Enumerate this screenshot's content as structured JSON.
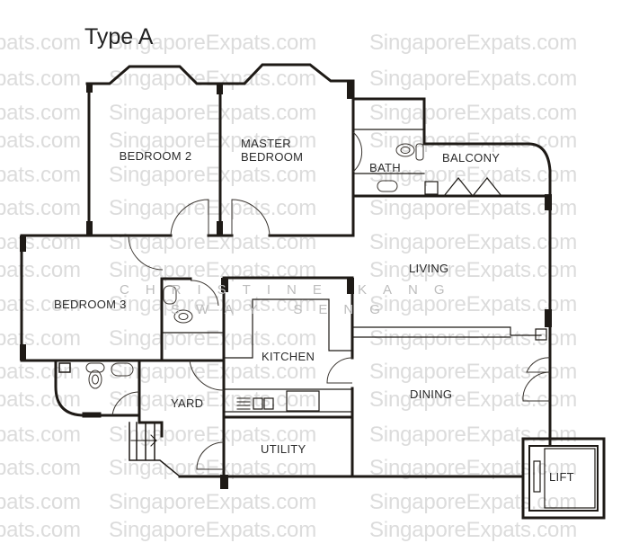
{
  "plan": {
    "title": "Type A",
    "rooms": {
      "bedroom2": "BEDROOM 2",
      "master_line1": "MASTER",
      "master_line2": "BEDROOM",
      "bath": "BATH",
      "balcony": "BALCONY",
      "living": "LIVING",
      "bedroom3": "BEDROOM 3",
      "kitchen": "KITCHEN",
      "dining": "DINING",
      "yard": "YARD",
      "utility": "UTILITY",
      "lift": "LIFT"
    },
    "credit": {
      "line1": "CHRISTINE KANG",
      "line2": "SWAY SENG"
    },
    "watermark": {
      "text": "SingaporeExpats.com",
      "partial": "pats.com"
    },
    "colors": {
      "wall": "#1e1a16",
      "watermark": "#dcdcdc",
      "background": "#ffffff"
    }
  }
}
